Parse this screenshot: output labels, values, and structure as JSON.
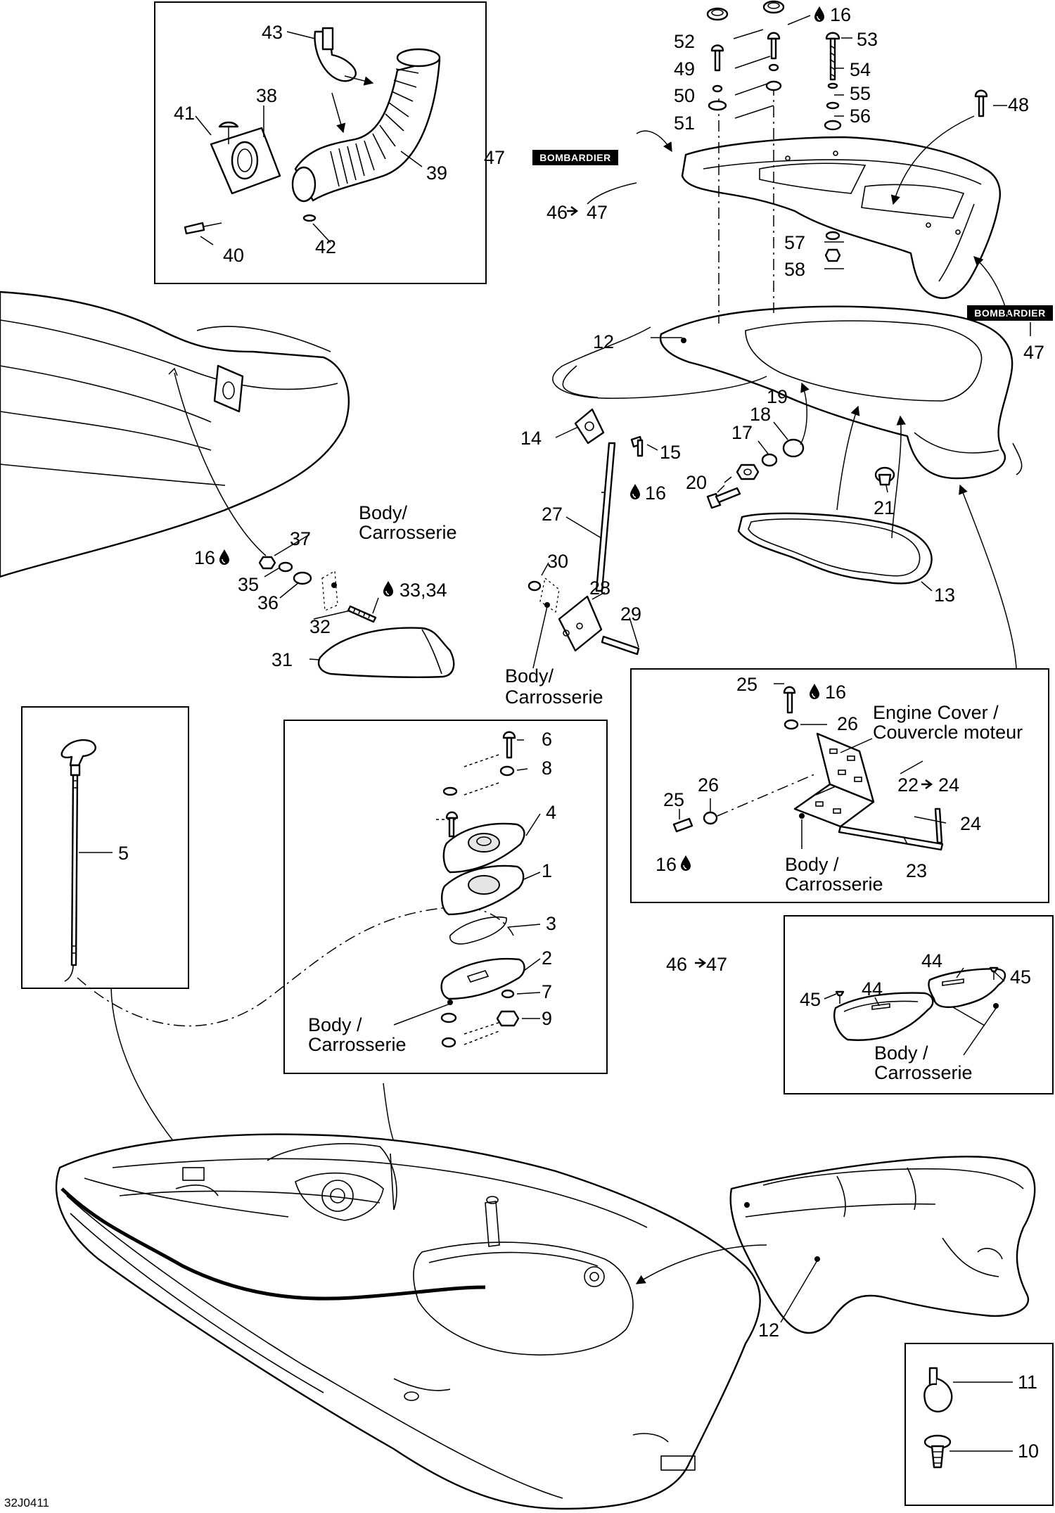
{
  "diagram_code": "32J0411",
  "brand_badge": "BOMBARDIER",
  "drop_symbol": "drop-icon",
  "labels": {
    "body_fr_1": [
      "Body/",
      "Carrosserie"
    ],
    "body_fr_2": [
      "Body/",
      "Carrosserie"
    ],
    "body_fr_3": [
      "Body /",
      "Carrosserie"
    ],
    "body_fr_4": [
      "Body /",
      "Carrosserie"
    ],
    "body_fr_5": [
      "Body /",
      "Carrosserie"
    ],
    "engine_cover": [
      "Engine Cover /",
      "Couvercle moteur"
    ]
  },
  "callouts": {
    "c1": "1",
    "c2": "2",
    "c3": "3",
    "c4": "4",
    "c5": "5",
    "c6": "6",
    "c7": "7",
    "c8": "8",
    "c9": "9",
    "c10": "10",
    "c11": "11",
    "c12a": "12",
    "c12b": "12",
    "c13": "13",
    "c14": "14",
    "c15": "15",
    "c16a": "16",
    "c16b": "16",
    "c16c": "16",
    "c16d": "16",
    "c16e": "16",
    "c17": "17",
    "c18": "18",
    "c19": "19",
    "c20": "20",
    "c21": "21",
    "c22": "22",
    "c24arrow": "24",
    "c23": "23",
    "c24": "24",
    "c25a": "25",
    "c25b": "25",
    "c26a": "26",
    "c26b": "26",
    "c27": "27",
    "c28": "28",
    "c29": "29",
    "c30": "30",
    "c31": "31",
    "c32": "32",
    "c33": "33,34",
    "c35": "35",
    "c36": "36",
    "c37": "37",
    "c38": "38",
    "c39": "39",
    "c40": "40",
    "c41": "41",
    "c42": "42",
    "c43": "43",
    "c44a": "44",
    "c44b": "44",
    "c45a": "45",
    "c45b": "45",
    "c46a": "46",
    "c47a": "47",
    "c46b": "46",
    "c47b": "47",
    "c47c": "47",
    "c47d": "47",
    "c48": "48",
    "c49": "49",
    "c50": "50",
    "c51": "51",
    "c52": "52",
    "c53": "53",
    "c54": "54",
    "c55": "55",
    "c56": "56",
    "c57": "57",
    "c58": "58"
  }
}
